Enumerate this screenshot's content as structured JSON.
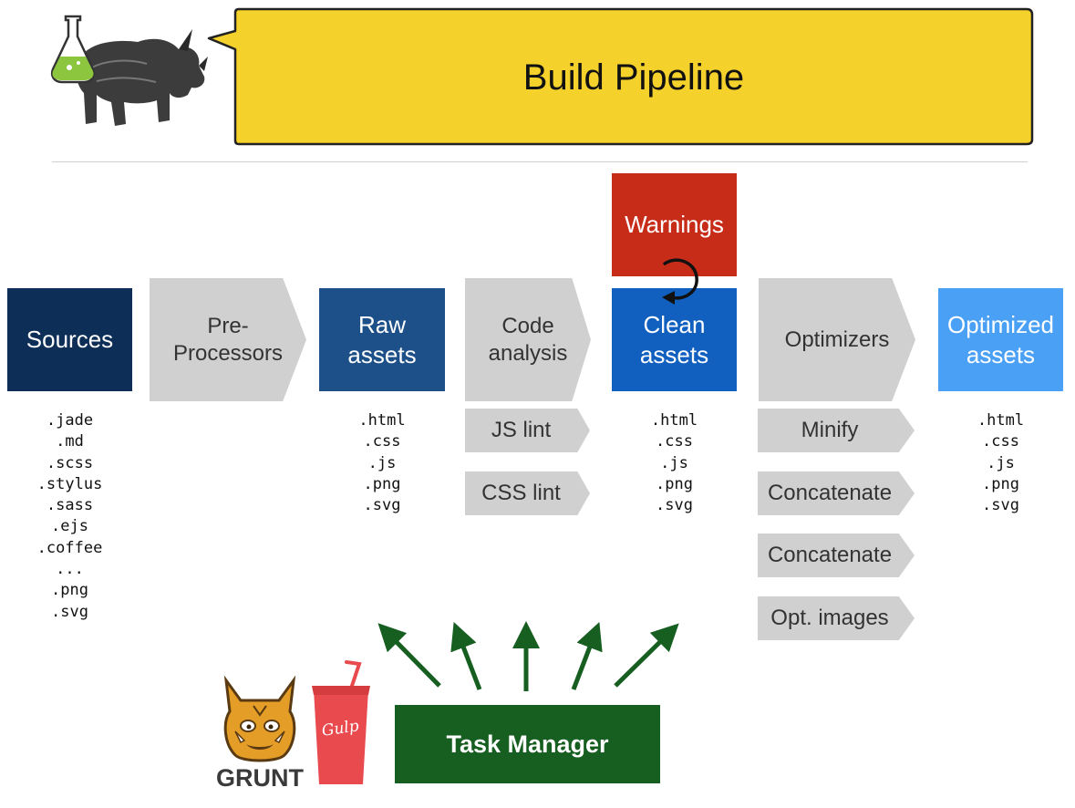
{
  "title": "Build Pipeline",
  "colors": {
    "callout": "#f5d12b",
    "sources": "#0c2e57",
    "raw": "#1d5089",
    "clean": "#1160c0",
    "optimized": "#4aa0f5",
    "warnings": "#c72c18",
    "flow": "#d0d0d0",
    "task_manager": "#175e21",
    "arrows": "#175e21"
  },
  "stages": {
    "sources": "Sources",
    "raw": "Raw\nassets",
    "clean": "Clean\nassets",
    "optimized": "Optimized\nassets",
    "warnings": "Warnings"
  },
  "processes": {
    "preprocessors": "Pre-\nProcessors",
    "code_analysis": "Code\nanalysis",
    "optimizers": "Optimizers"
  },
  "subprocesses": {
    "js_lint": "JS lint",
    "css_lint": "CSS lint",
    "minify": "Minify",
    "concatenate_1": "Concatenate",
    "concatenate_2": "Concatenate",
    "opt_images": "Opt. images"
  },
  "files": {
    "sources": [
      ".jade",
      ".md",
      ".scss",
      ".stylus",
      ".sass",
      ".ejs",
      ".coffee",
      "...",
      ".png",
      ".svg"
    ],
    "raw": [
      ".html",
      ".css",
      ".js",
      ".png",
      ".svg"
    ],
    "clean": [
      ".html",
      ".css",
      ".js",
      ".png",
      ".svg"
    ],
    "optimized": [
      ".html",
      ".css",
      ".js",
      ".png",
      ".svg"
    ]
  },
  "task_manager": "Task Manager",
  "logos": {
    "grunt": "GRUNT",
    "gulp": "Gulp",
    "mascot": "rhino-with-flask"
  }
}
